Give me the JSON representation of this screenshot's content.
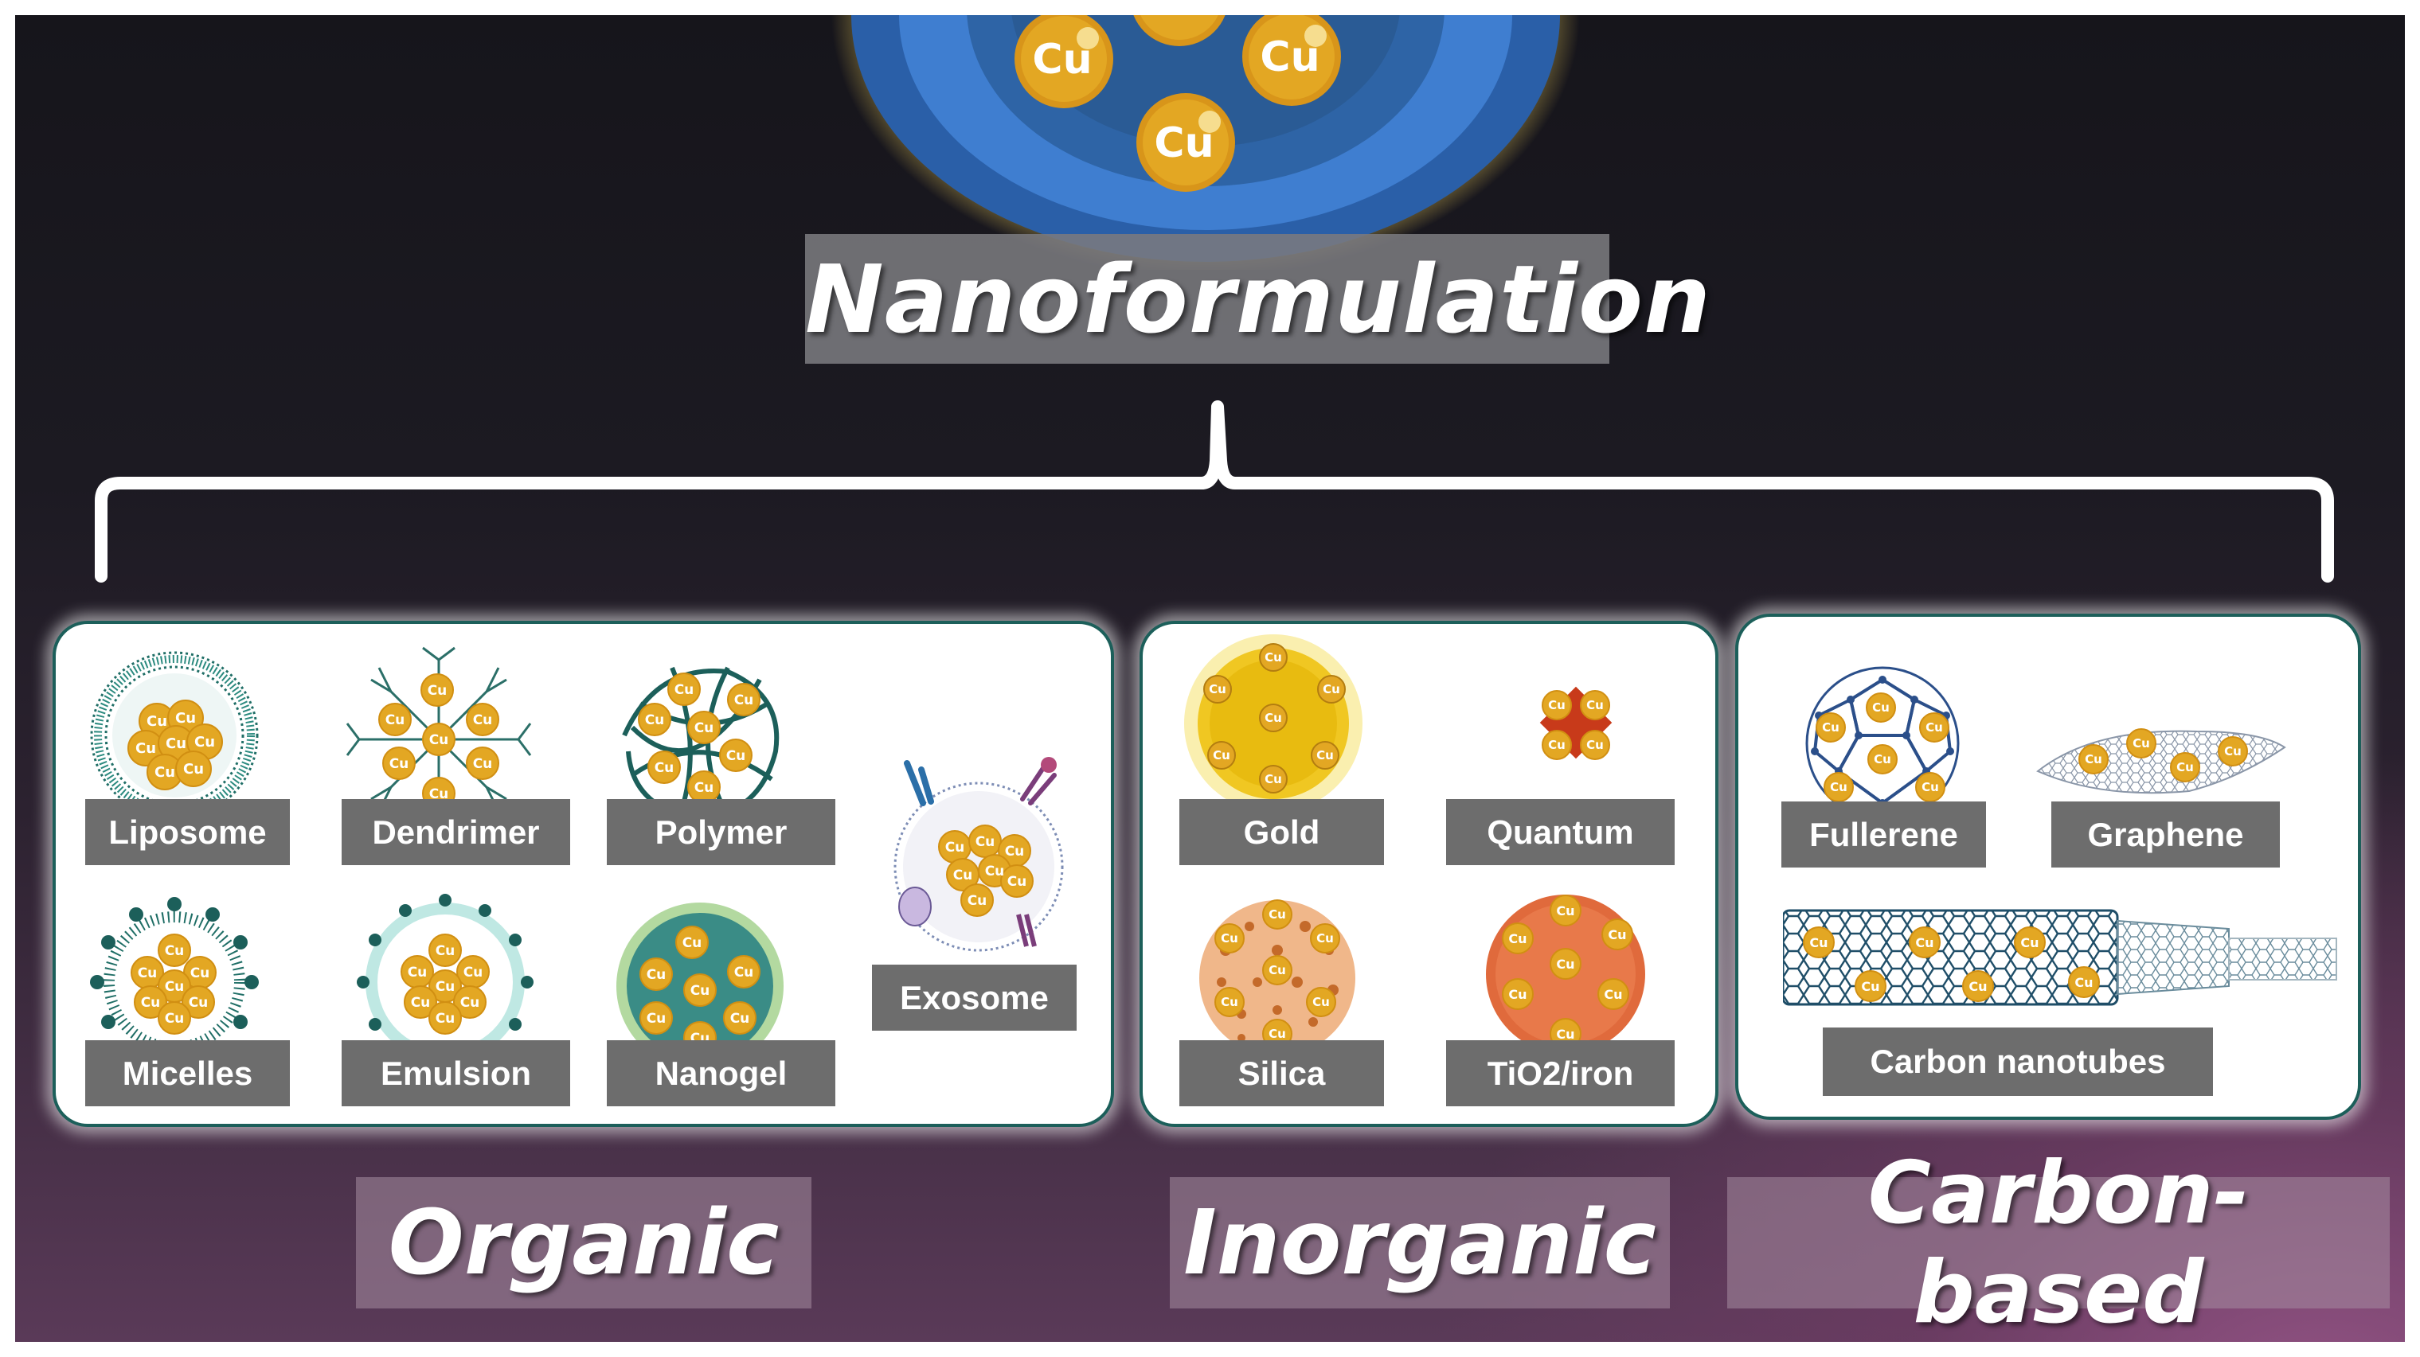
{
  "title": "Nanoformulation",
  "central_particle": {
    "label": "Cu",
    "count": 4
  },
  "categories": [
    {
      "name": "Organic",
      "items": [
        {
          "label": "Liposome",
          "icon": "liposome-icon"
        },
        {
          "label": "Dendrimer",
          "icon": "dendrimer-icon"
        },
        {
          "label": "Polymer",
          "icon": "polymer-icon"
        },
        {
          "label": "Micelles",
          "icon": "micelles-icon"
        },
        {
          "label": "Emulsion",
          "icon": "emulsion-icon"
        },
        {
          "label": "Nanogel",
          "icon": "nanogel-icon"
        },
        {
          "label": "Exosome",
          "icon": "exosome-icon"
        }
      ]
    },
    {
      "name": "Inorganic",
      "items": [
        {
          "label": "Gold",
          "icon": "gold-particle-icon"
        },
        {
          "label": "Quantum",
          "icon": "quantum-dot-icon"
        },
        {
          "label": "Silica",
          "icon": "silica-particle-icon"
        },
        {
          "label": "TiO2/iron",
          "icon": "tio2-iron-particle-icon"
        }
      ]
    },
    {
      "name": "Carbon-based",
      "items": [
        {
          "label": "Fullerene",
          "icon": "fullerene-icon"
        },
        {
          "label": "Graphene",
          "icon": "graphene-icon"
        },
        {
          "label": "Carbon nanotubes",
          "icon": "carbon-nanotube-icon"
        }
      ]
    }
  ],
  "colors": {
    "copper": "#e3a21a",
    "copper_highlight": "#f2cf6a",
    "teal": "#1c5f5a",
    "label_bg": "#6d6d6d",
    "gold_glow": "#f7e47a"
  }
}
